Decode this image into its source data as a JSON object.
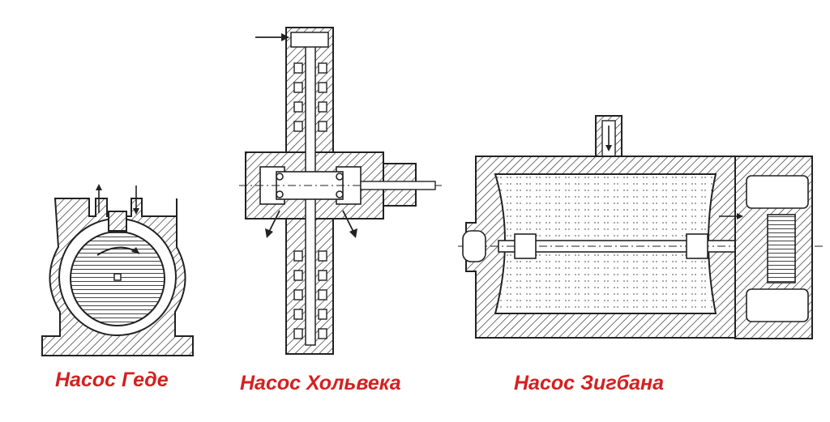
{
  "captions": {
    "gaede": "Насос Геде",
    "holweck": "Насос Хольвека",
    "siegbahn": "Насос Зигбана"
  },
  "colors": {
    "caption": "#d42020",
    "line": "#222222",
    "hatch": "#333333",
    "background": "#ffffff"
  }
}
